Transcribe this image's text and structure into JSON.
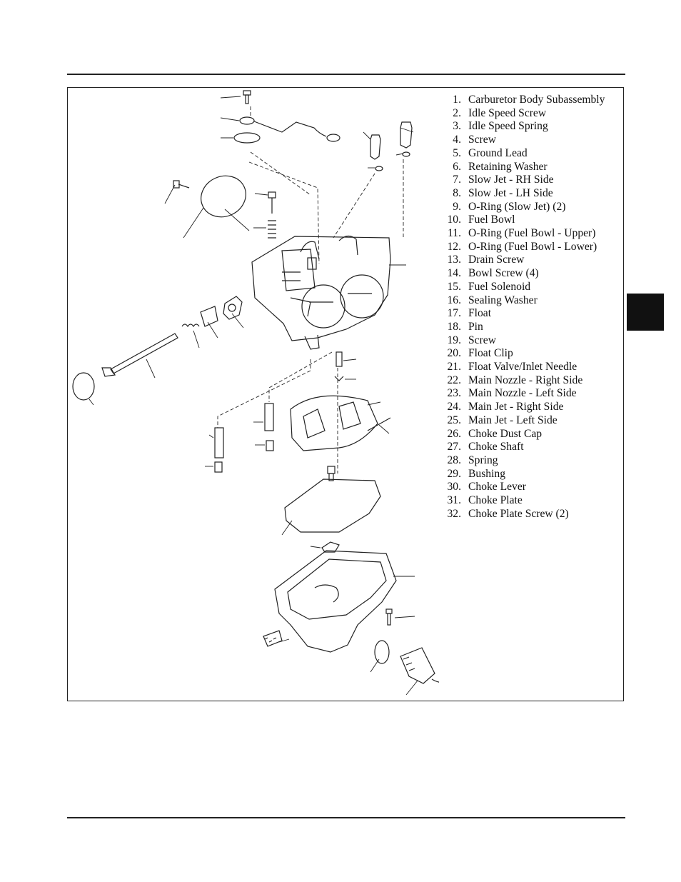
{
  "parts_legend": [
    {
      "num": "1.",
      "label": "Carburetor Body Subassembly"
    },
    {
      "num": "2.",
      "label": "Idle Speed Screw"
    },
    {
      "num": "3.",
      "label": "Idle Speed Spring"
    },
    {
      "num": "4.",
      "label": "Screw"
    },
    {
      "num": "5.",
      "label": "Ground Lead"
    },
    {
      "num": "6.",
      "label": "Retaining Washer"
    },
    {
      "num": "7.",
      "label": "Slow Jet - RH Side"
    },
    {
      "num": "8.",
      "label": "Slow Jet - LH Side"
    },
    {
      "num": "9.",
      "label": "O-Ring (Slow Jet) (2)"
    },
    {
      "num": "10.",
      "label": "Fuel Bowl"
    },
    {
      "num": "11.",
      "label": "O-Ring (Fuel Bowl - Upper)"
    },
    {
      "num": "12.",
      "label": "O-Ring (Fuel Bowl - Lower)"
    },
    {
      "num": "13.",
      "label": "Drain Screw"
    },
    {
      "num": "14.",
      "label": "Bowl Screw (4)"
    },
    {
      "num": "15.",
      "label": "Fuel Solenoid"
    },
    {
      "num": "16.",
      "label": "Sealing Washer"
    },
    {
      "num": "17.",
      "label": "Float"
    },
    {
      "num": "18.",
      "label": "Pin"
    },
    {
      "num": "19.",
      "label": "Screw"
    },
    {
      "num": "20.",
      "label": "Float Clip"
    },
    {
      "num": "21.",
      "label": "Float Valve/Inlet Needle"
    },
    {
      "num": "22.",
      "label": "Main Nozzle - Right Side"
    },
    {
      "num": "23.",
      "label": "Main Nozzle - Left Side"
    },
    {
      "num": "24.",
      "label": "Main Jet - Right Side"
    },
    {
      "num": "25.",
      "label": "Main Jet - Left Side"
    },
    {
      "num": "26.",
      "label": "Choke Dust Cap"
    },
    {
      "num": "27.",
      "label": "Choke Shaft"
    },
    {
      "num": "28.",
      "label": "Spring"
    },
    {
      "num": "29.",
      "label": "Bushing"
    },
    {
      "num": "30.",
      "label": "Choke Lever"
    },
    {
      "num": "31.",
      "label": "Choke Plate"
    },
    {
      "num": "32.",
      "label": "Choke Plate Screw (2)"
    }
  ]
}
